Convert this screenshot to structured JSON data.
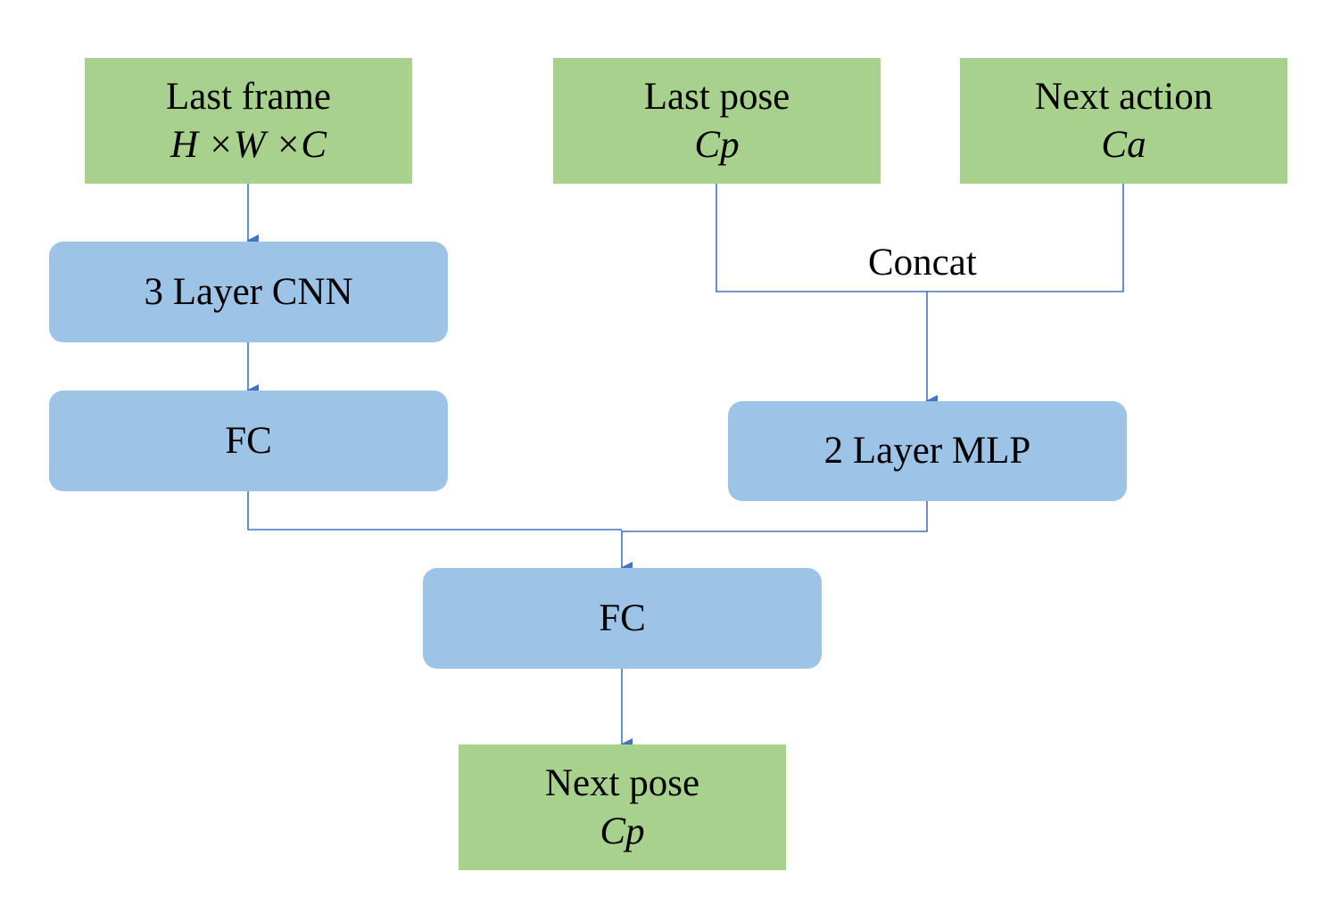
{
  "nodes": {
    "last_frame": {
      "label": "Last frame",
      "math": "H ×W ×C"
    },
    "last_pose": {
      "label": "Last pose",
      "math": "Cp"
    },
    "next_action": {
      "label": "Next action",
      "math": "Ca"
    },
    "cnn": {
      "label": "3 Layer CNN"
    },
    "fc_left": {
      "label": "FC"
    },
    "mlp": {
      "label": "2 Layer MLP"
    },
    "fc_bottom": {
      "label": "FC"
    },
    "next_pose": {
      "label": "Next pose",
      "math": "Cp"
    }
  },
  "edges": {
    "concat_label": "Concat"
  },
  "colors": {
    "io_fill": "#a9d18e",
    "process_fill": "#9dc3e6",
    "connector": "#4472c4"
  }
}
